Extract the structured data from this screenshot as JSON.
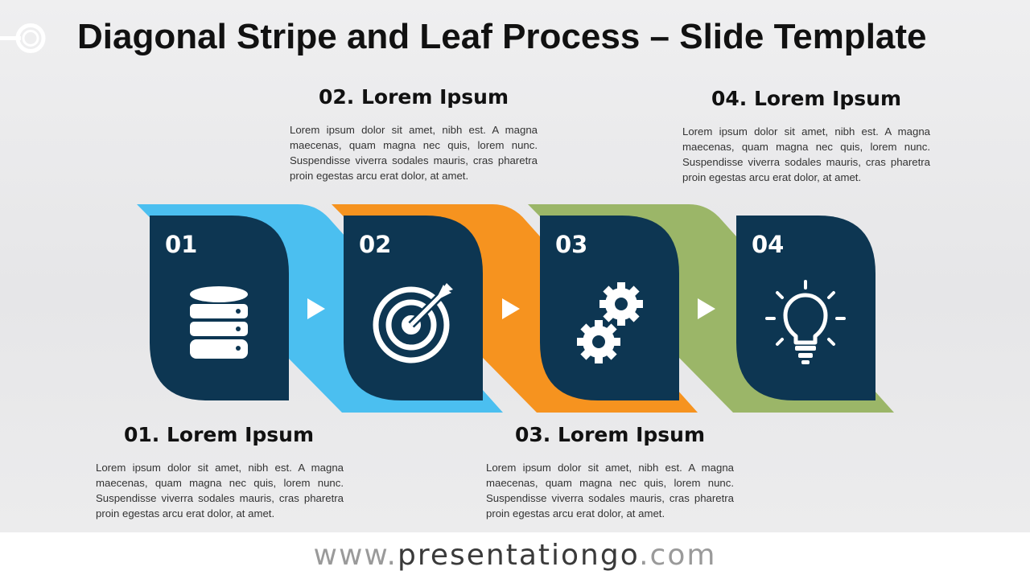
{
  "slide": {
    "title": "Diagonal Stripe and Leaf Process – Slide Template"
  },
  "colors": {
    "leaf": "#0d3652",
    "stripe_1": "#4bbff0",
    "stripe_2": "#f6931f",
    "stripe_3": "#9bb668",
    "text": "#111111"
  },
  "steps": [
    {
      "number": "01",
      "heading": "01. Lorem Ipsum",
      "body": "Lorem ipsum dolor sit amet, nibh est. A magna maecenas, quam magna nec quis, lorem nunc. Suspendisse viverra sodales mauris, cras pharetra proin egestas arcu erat dolor, at amet.",
      "icon": "database-icon"
    },
    {
      "number": "02",
      "heading": "02. Lorem Ipsum",
      "body": "Lorem ipsum dolor sit amet, nibh est. A magna maecenas, quam magna nec quis, lorem nunc. Suspendisse viverra sodales mauris, cras pharetra proin egestas arcu erat dolor, at amet.",
      "icon": "target-icon"
    },
    {
      "number": "03",
      "heading": "03. Lorem Ipsum",
      "body": "Lorem ipsum dolor sit amet, nibh est. A magna maecenas, quam magna nec quis, lorem nunc. Suspendisse viverra sodales mauris, cras pharetra proin egestas arcu erat dolor, at amet.",
      "icon": "gears-icon"
    },
    {
      "number": "04",
      "heading": "04. Lorem Ipsum",
      "body": "Lorem ipsum dolor sit amet, nibh est. A magna maecenas, quam magna nec quis, lorem nunc. Suspendisse viverra sodales mauris, cras pharetra proin egestas arcu erat dolor, at amet.",
      "icon": "lightbulb-icon"
    }
  ],
  "footer": {
    "prefix": "www.",
    "brand": "presentationgo",
    "suffix": ".com"
  }
}
